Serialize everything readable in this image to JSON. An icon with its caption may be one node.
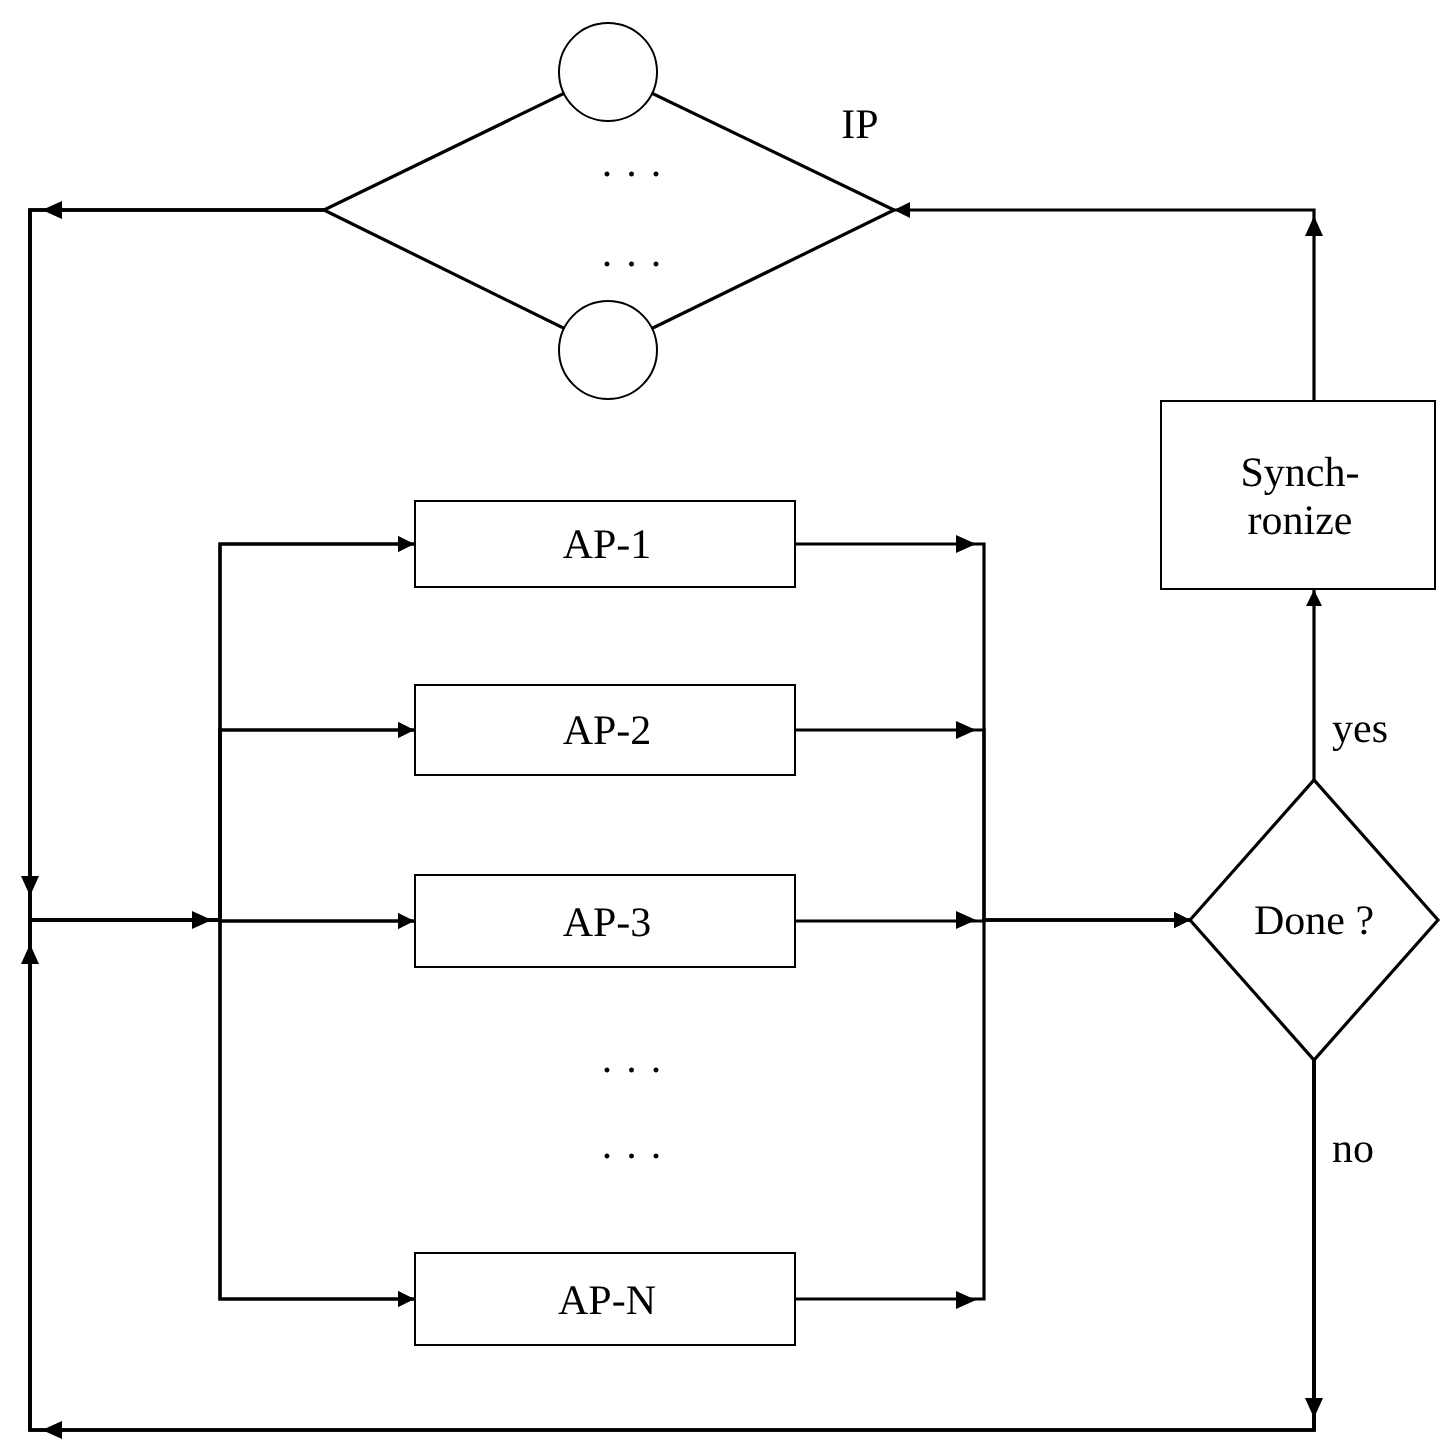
{
  "diagram": {
    "nodes": [
      {
        "text": [
          "IP"
        ]
      },
      {
        "text": [],
        "shape": "circle",
        "in": 0
      },
      {
        "text": [],
        "shape": "circle",
        "in": 0
      },
      {
        "text": [
          "Synch- ronize"
        ]
      },
      {
        "text": [
          "AP-1"
        ]
      },
      {
        "text": [
          "AP-2"
        ]
      },
      {
        "text": [
          "AP-3"
        ]
      },
      {
        "text": [
          "AP-N"
        ]
      },
      {
        "text": [
          "Done ?"
        ]
      }
    ],
    "edges": [
      {
        "from": 0,
        "to": 4,
        "arrow": "to"
      },
      {
        "from": 0,
        "to": 5,
        "arrow": "to"
      },
      {
        "from": 0,
        "to": 6,
        "arrow": "to"
      },
      {
        "from": 0,
        "to": 7,
        "arrow": "to"
      },
      {
        "from": 8,
        "to": 4,
        "arrow": "to",
        "label": "no"
      },
      {
        "from": 8,
        "to": 5,
        "arrow": "to"
      },
      {
        "from": 8,
        "to": 6,
        "arrow": "to"
      },
      {
        "from": 8,
        "to": 7,
        "arrow": "to"
      },
      {
        "from": 4,
        "to": 8,
        "arrow": "to"
      },
      {
        "from": 5,
        "to": 8,
        "arrow": "to"
      },
      {
        "from": 6,
        "to": 8,
        "arrow": "to"
      },
      {
        "from": 7,
        "to": 8,
        "arrow": "to"
      },
      {
        "from": 8,
        "to": 3,
        "arrow": "to",
        "label": "yes"
      },
      {
        "from": 3,
        "to": 0,
        "arrow": "to"
      }
    ],
    "labels": [
      "· · ·",
      "· · ·",
      "· · ·",
      "· · ·"
    ]
  }
}
